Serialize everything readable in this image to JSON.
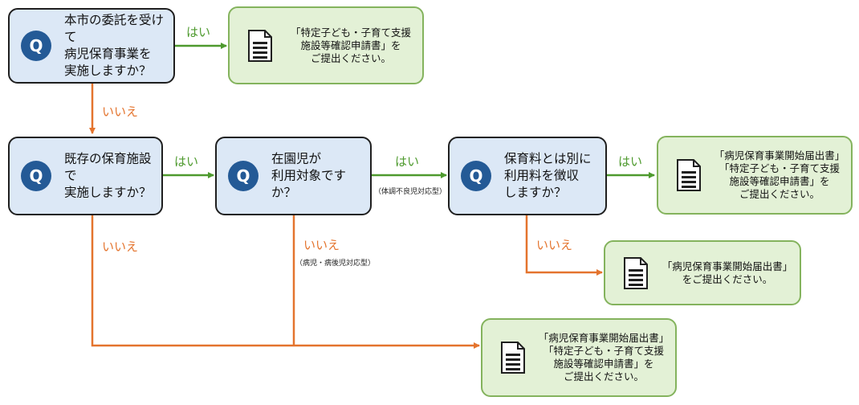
{
  "question_icon": "Q",
  "questions": {
    "q1": "本市の委託を受けて\n病児保育事業を\n実施しますか？",
    "q2": "既存の保育施設で\n実施しますか？",
    "q3": "在園児が\n利用対象ですか？",
    "q4": "保育料とは別に\n利用料を徴収\nしますか？"
  },
  "documents": {
    "d1": "「特定子ども・子育て支援\n施設等確認申請書」を\nご提出ください。",
    "d2": "「病児保育事業開始届出書」\n「特定子ども・子育て支援\n施設等確認申請書」を\nご提出ください。",
    "d3": "「病児保育事業開始届出書」\nをご提出ください。",
    "d4": "「病児保育事業開始届出書」\n「特定子ども・子育て支援\n施設等確認申請書」を\nご提出ください。"
  },
  "edge_labels": {
    "q1_yes": "はい",
    "q1_no": "いいえ",
    "q2_yes": "はい",
    "q2_no": "いいえ",
    "q3_yes": "はい",
    "q3_no": "いいえ",
    "q4_yes": "はい",
    "q4_no": "いいえ"
  },
  "notes": {
    "q3_yes_note": "（体調不良児対応型）",
    "q3_no_note": "（病児・病後児対応型）"
  },
  "colors": {
    "question_fill": "#dce8f6",
    "question_icon": "#245a96",
    "document_fill": "#e3f1d6",
    "document_border": "#84b35d",
    "yes": "#4e9a2e",
    "no": "#e4742e"
  },
  "icons": {
    "question": "q-circle-icon",
    "document": "document-icon"
  }
}
